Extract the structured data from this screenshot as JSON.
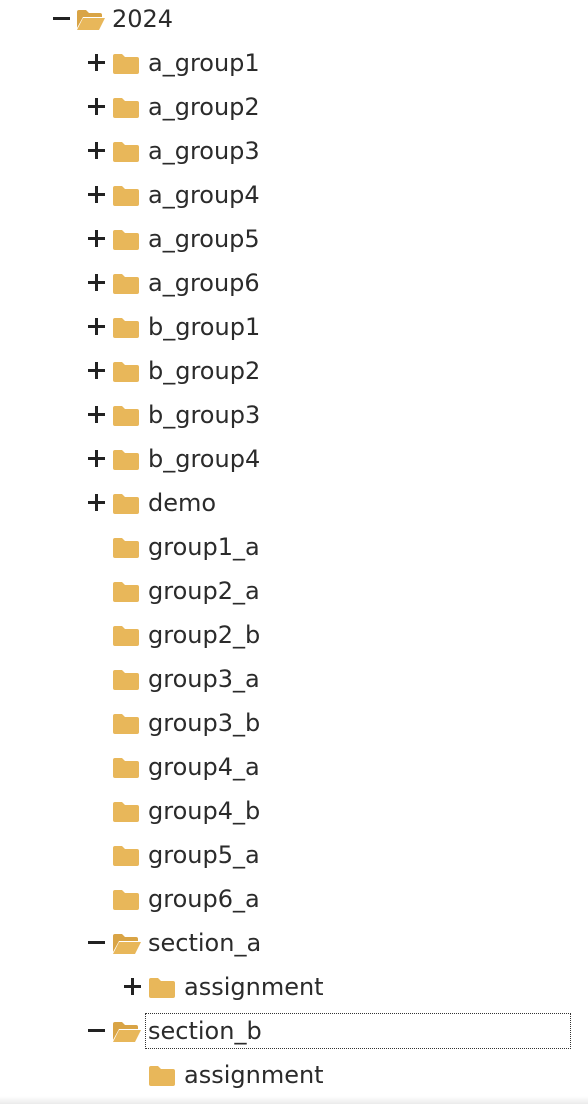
{
  "tree": {
    "root": {
      "label": "2024",
      "state": "expanded"
    },
    "groups": [
      {
        "label": "a_group1",
        "state": "collapsed"
      },
      {
        "label": "a_group2",
        "state": "collapsed"
      },
      {
        "label": "a_group3",
        "state": "collapsed"
      },
      {
        "label": "a_group4",
        "state": "collapsed"
      },
      {
        "label": "a_group5",
        "state": "collapsed"
      },
      {
        "label": "a_group6",
        "state": "collapsed"
      },
      {
        "label": "b_group1",
        "state": "collapsed"
      },
      {
        "label": "b_group2",
        "state": "collapsed"
      },
      {
        "label": "b_group3",
        "state": "collapsed"
      },
      {
        "label": "b_group4",
        "state": "collapsed"
      },
      {
        "label": "demo",
        "state": "collapsed"
      }
    ],
    "leaves": [
      {
        "label": "group1_a"
      },
      {
        "label": "group2_a"
      },
      {
        "label": "group2_b"
      },
      {
        "label": "group3_a"
      },
      {
        "label": "group3_b"
      },
      {
        "label": "group4_a"
      },
      {
        "label": "group4_b"
      },
      {
        "label": "group5_a"
      },
      {
        "label": "group6_a"
      }
    ],
    "section_a": {
      "label": "section_a",
      "state": "expanded",
      "child": {
        "label": "assignment",
        "state": "collapsed"
      }
    },
    "section_b": {
      "label": "section_b",
      "state": "expanded",
      "selected": true,
      "child": {
        "label": "assignment"
      }
    }
  },
  "colors": {
    "folder": "#E8B75A",
    "folder_dark": "#D9A445",
    "text": "#2B2B2B",
    "toggle": "#222222"
  },
  "icons": {
    "expand": "plus-icon",
    "collapse": "minus-icon",
    "folder_open": "folder-open-icon",
    "folder_closed": "folder-icon"
  }
}
